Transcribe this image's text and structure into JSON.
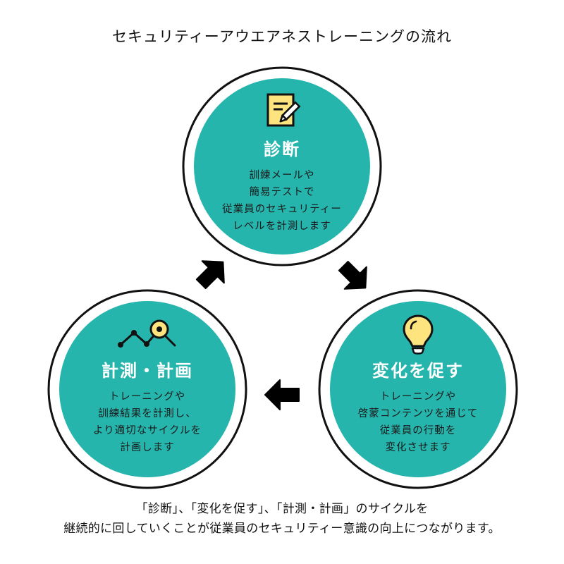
{
  "title": "セキュリティーアウエアネストレーニングの流れ",
  "colors": {
    "teal": "#26b5ad",
    "ring": "#ffffff",
    "outline": "#111111",
    "icon_yellow": "#fde47f",
    "arrow": "#000000"
  },
  "nodes": {
    "diagnosis": {
      "icon": "memo-pencil-icon",
      "heading": "診断",
      "lines": [
        "訓練メールや",
        "簡易テストで",
        "従業員のセキュリティー",
        "レベルを計測します"
      ]
    },
    "change": {
      "icon": "lightbulb-icon",
      "heading": "変化を促す",
      "lines": [
        "トレーニングや",
        "啓蒙コンテンツを通じて",
        "従業員の行動を",
        "変化させます"
      ]
    },
    "measure_plan": {
      "icon": "chart-magnifier-icon",
      "heading": "計測・計画",
      "lines": [
        "トレーニングや",
        "訓練結果を計測し、",
        "より適切なサイクルを",
        "計画します"
      ]
    }
  },
  "arrows": [
    {
      "from": "measure_plan",
      "to": "diagnosis",
      "icon": "arrow-up-right-icon"
    },
    {
      "from": "diagnosis",
      "to": "change",
      "icon": "arrow-down-right-icon"
    },
    {
      "from": "change",
      "to": "measure_plan",
      "icon": "arrow-left-icon"
    }
  ],
  "footer": {
    "line1": "「診断」、「変化を促す」、「計測・計画」のサイクルを",
    "line2": "継続的に回していくことが従業員のセキュリティー意識の向上につながります。"
  }
}
